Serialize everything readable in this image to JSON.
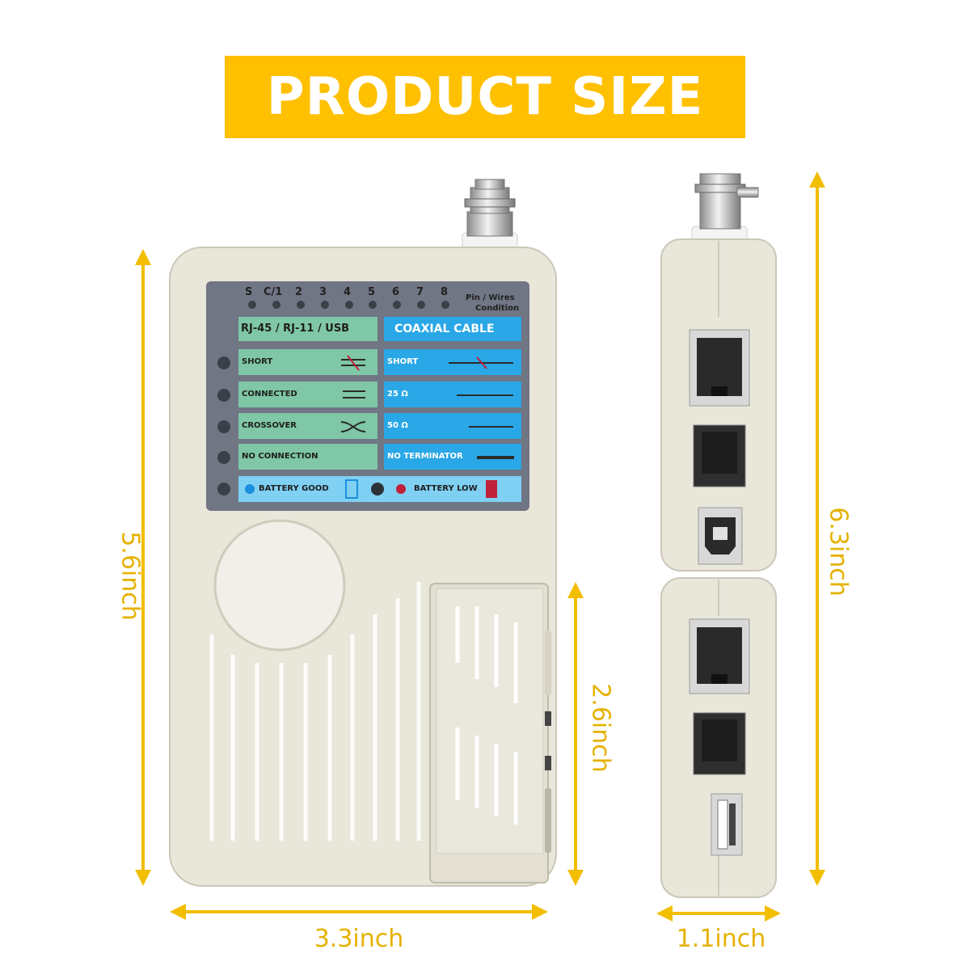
{
  "banner": {
    "title": "PRODUCT SIZE"
  },
  "dimensions": {
    "front_height": "5.6inch",
    "front_width": "3.3inch",
    "remote_height": "2.6inch",
    "side_height": "6.3inch",
    "side_width": "1.1inch"
  },
  "panel": {
    "pins": [
      "S",
      "C/1",
      "2",
      "3",
      "4",
      "5",
      "6",
      "7",
      "8"
    ],
    "pin_condition_line1": "Pin / Wires",
    "pin_condition_line2": "Condition",
    "left_header": "RJ-45 / RJ-11 / USB",
    "right_header": "COAXIAL CABLE",
    "left_rows": [
      "SHORT",
      "CONNECTED",
      "CROSSOVER",
      "NO CONNECTION"
    ],
    "right_rows": [
      "SHORT",
      "25 Ω",
      "50 Ω",
      "NO TERMINATOR"
    ],
    "battery_good": "BATTERY GOOD",
    "battery_low": "BATTERY LOW"
  },
  "colors": {
    "banner": "#FFC000",
    "dimension_arrows": "#F2BE00",
    "device_body": "#E9E6DA",
    "panel_background": "#707684",
    "left_label_fill": "#7FC7A6",
    "right_label_fill": "#2AA7E6"
  }
}
